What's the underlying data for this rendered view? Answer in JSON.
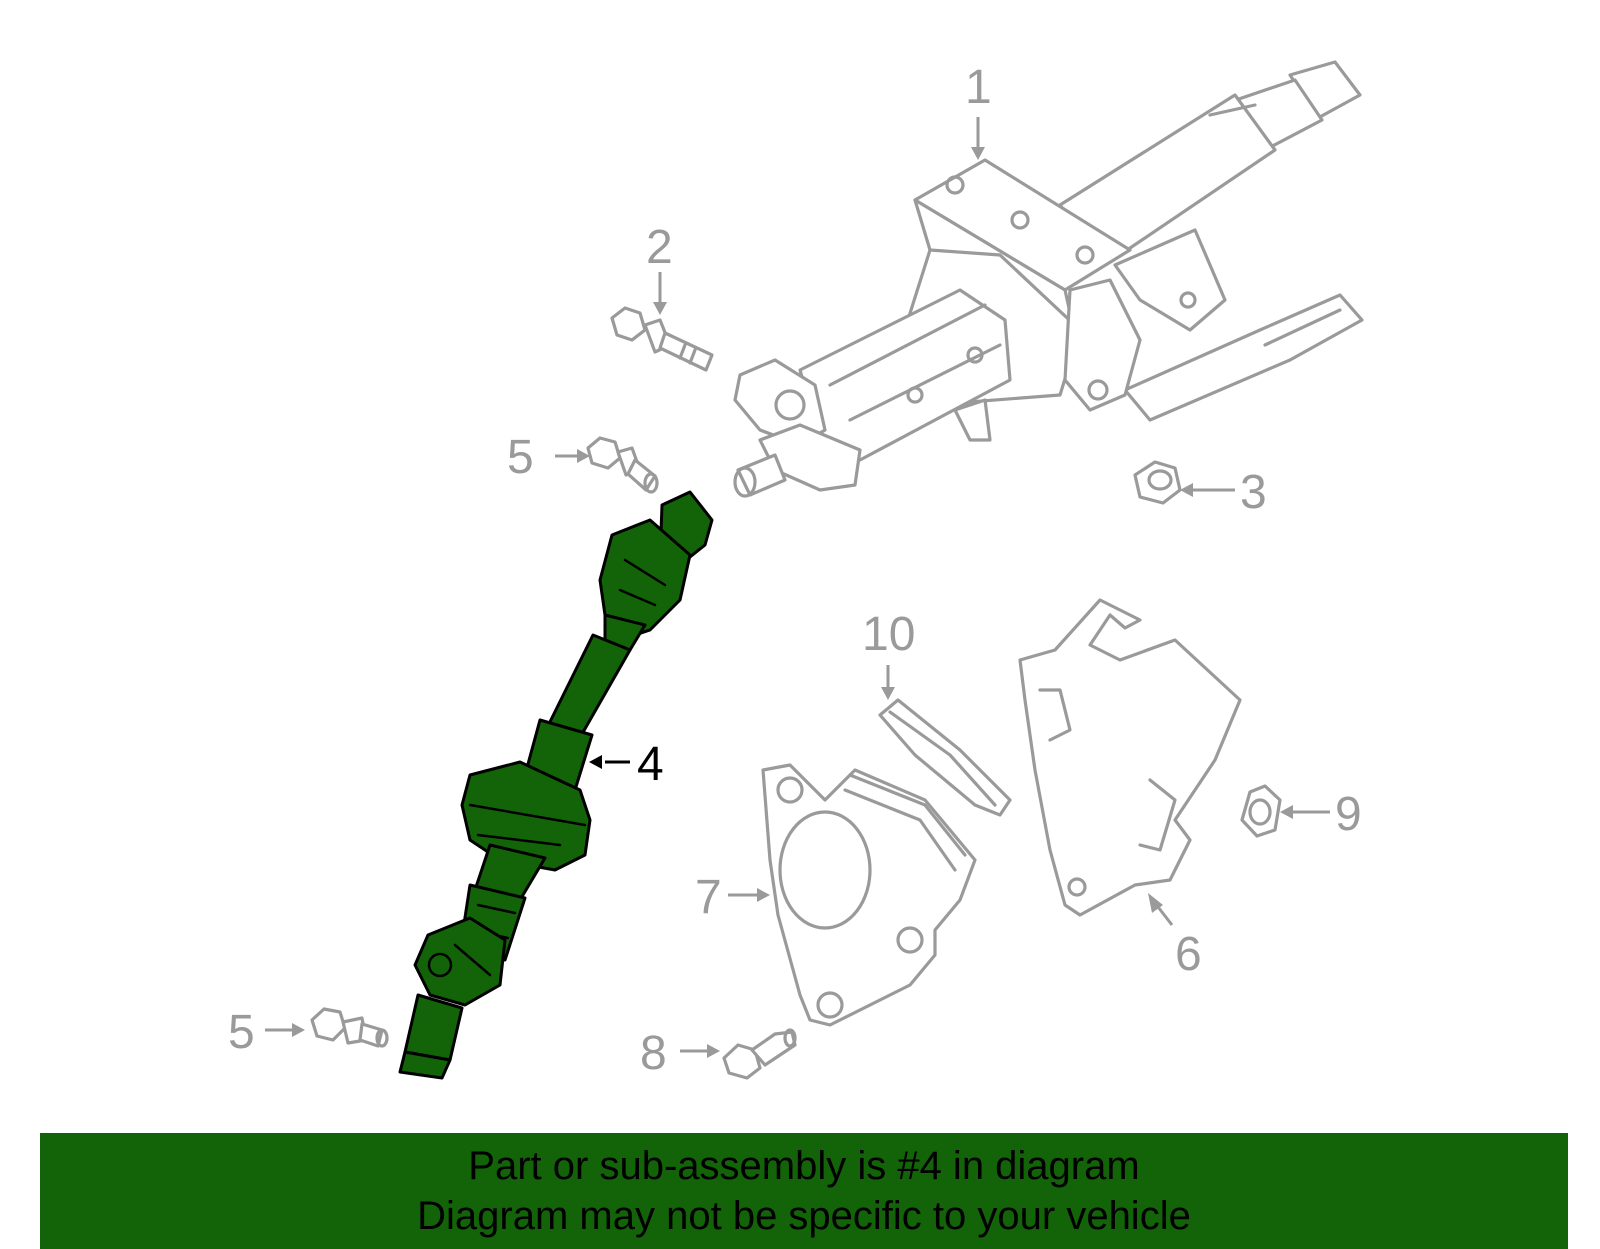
{
  "callouts": {
    "c1": "1",
    "c2": "2",
    "c3": "3",
    "c4": "4",
    "c5a": "5",
    "c5b": "5",
    "c6": "6",
    "c7": "7",
    "c8": "8",
    "c9": "9",
    "c10": "10"
  },
  "highlighted_part": "4",
  "colors": {
    "highlight": "#136308",
    "outline": "#9a9a9a",
    "banner": "#136308"
  },
  "banner": {
    "line1": "Part or sub-assembly is #4 in diagram",
    "line2": "Diagram may not be specific to your vehicle"
  }
}
